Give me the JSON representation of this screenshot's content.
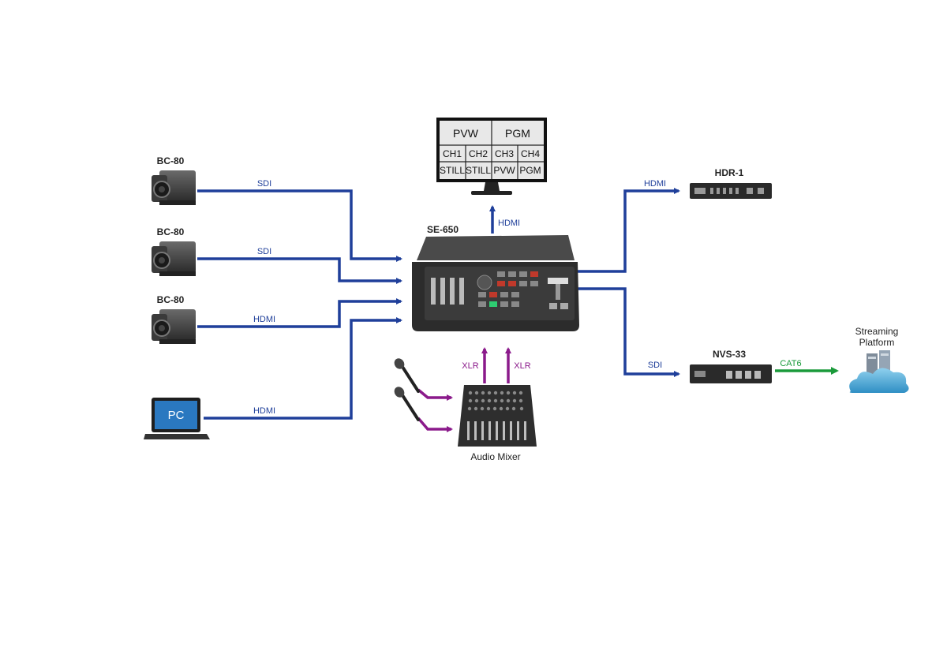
{
  "devices": {
    "camera1": "BC-80",
    "camera2": "BC-80",
    "camera3": "BC-80",
    "pc": "PC",
    "switcher": "SE-650",
    "recorder": "HDR-1",
    "streamer": "NVS-33",
    "mixer": "Audio Mixer",
    "platform_line1": "Streaming",
    "platform_line2": "Platform"
  },
  "monitor": {
    "top": [
      "PVW",
      "PGM"
    ],
    "row1": [
      "CH1",
      "CH2",
      "CH3",
      "CH4"
    ],
    "row2": [
      "STILL",
      "STILL",
      "PVW",
      "PGM"
    ]
  },
  "connections": {
    "cam1": "SDI",
    "cam2": "SDI",
    "cam3": "HDMI",
    "pc": "HDMI",
    "monitor": "HDMI",
    "recorder": "HDMI",
    "streamer": "SDI",
    "platform": "CAT6",
    "xlr_left": "XLR",
    "xlr_right": "XLR"
  },
  "colors": {
    "video_link": "#1f3f9a",
    "audio_link": "#8b1a8b",
    "network_link": "#1a9a3a"
  }
}
